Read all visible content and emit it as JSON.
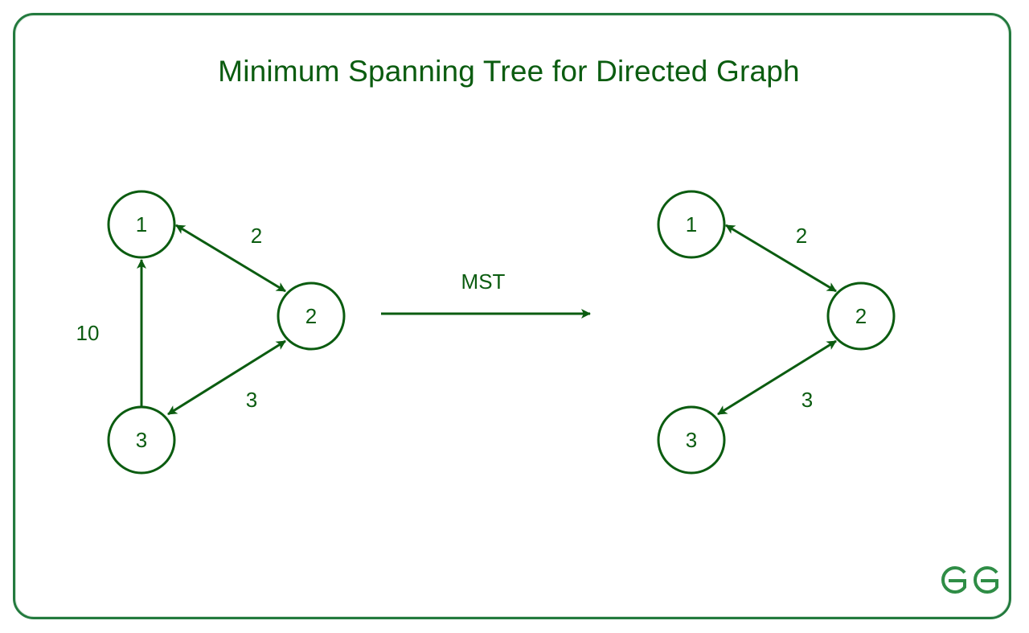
{
  "title": "Minimum Spanning Tree for Directed Graph",
  "colors": {
    "accent": "#0b5c10",
    "frame": "#237a3e"
  },
  "logo": {
    "icon": "gfg-logo-icon",
    "text": "GG"
  },
  "transition": {
    "label": "MST"
  },
  "graphs": {
    "original": {
      "nodes": [
        "1",
        "2",
        "3"
      ],
      "edges": [
        {
          "from": "1",
          "to": "2",
          "weight": "2",
          "direction": "both"
        },
        {
          "from": "2",
          "to": "3",
          "weight": "3",
          "direction": "both"
        },
        {
          "from": "3",
          "to": "1",
          "weight": "10",
          "direction": "to-1"
        }
      ]
    },
    "mst": {
      "nodes": [
        "1",
        "2",
        "3"
      ],
      "edges": [
        {
          "from": "1",
          "to": "2",
          "weight": "2",
          "direction": "both"
        },
        {
          "from": "2",
          "to": "3",
          "weight": "3",
          "direction": "both"
        }
      ]
    }
  }
}
